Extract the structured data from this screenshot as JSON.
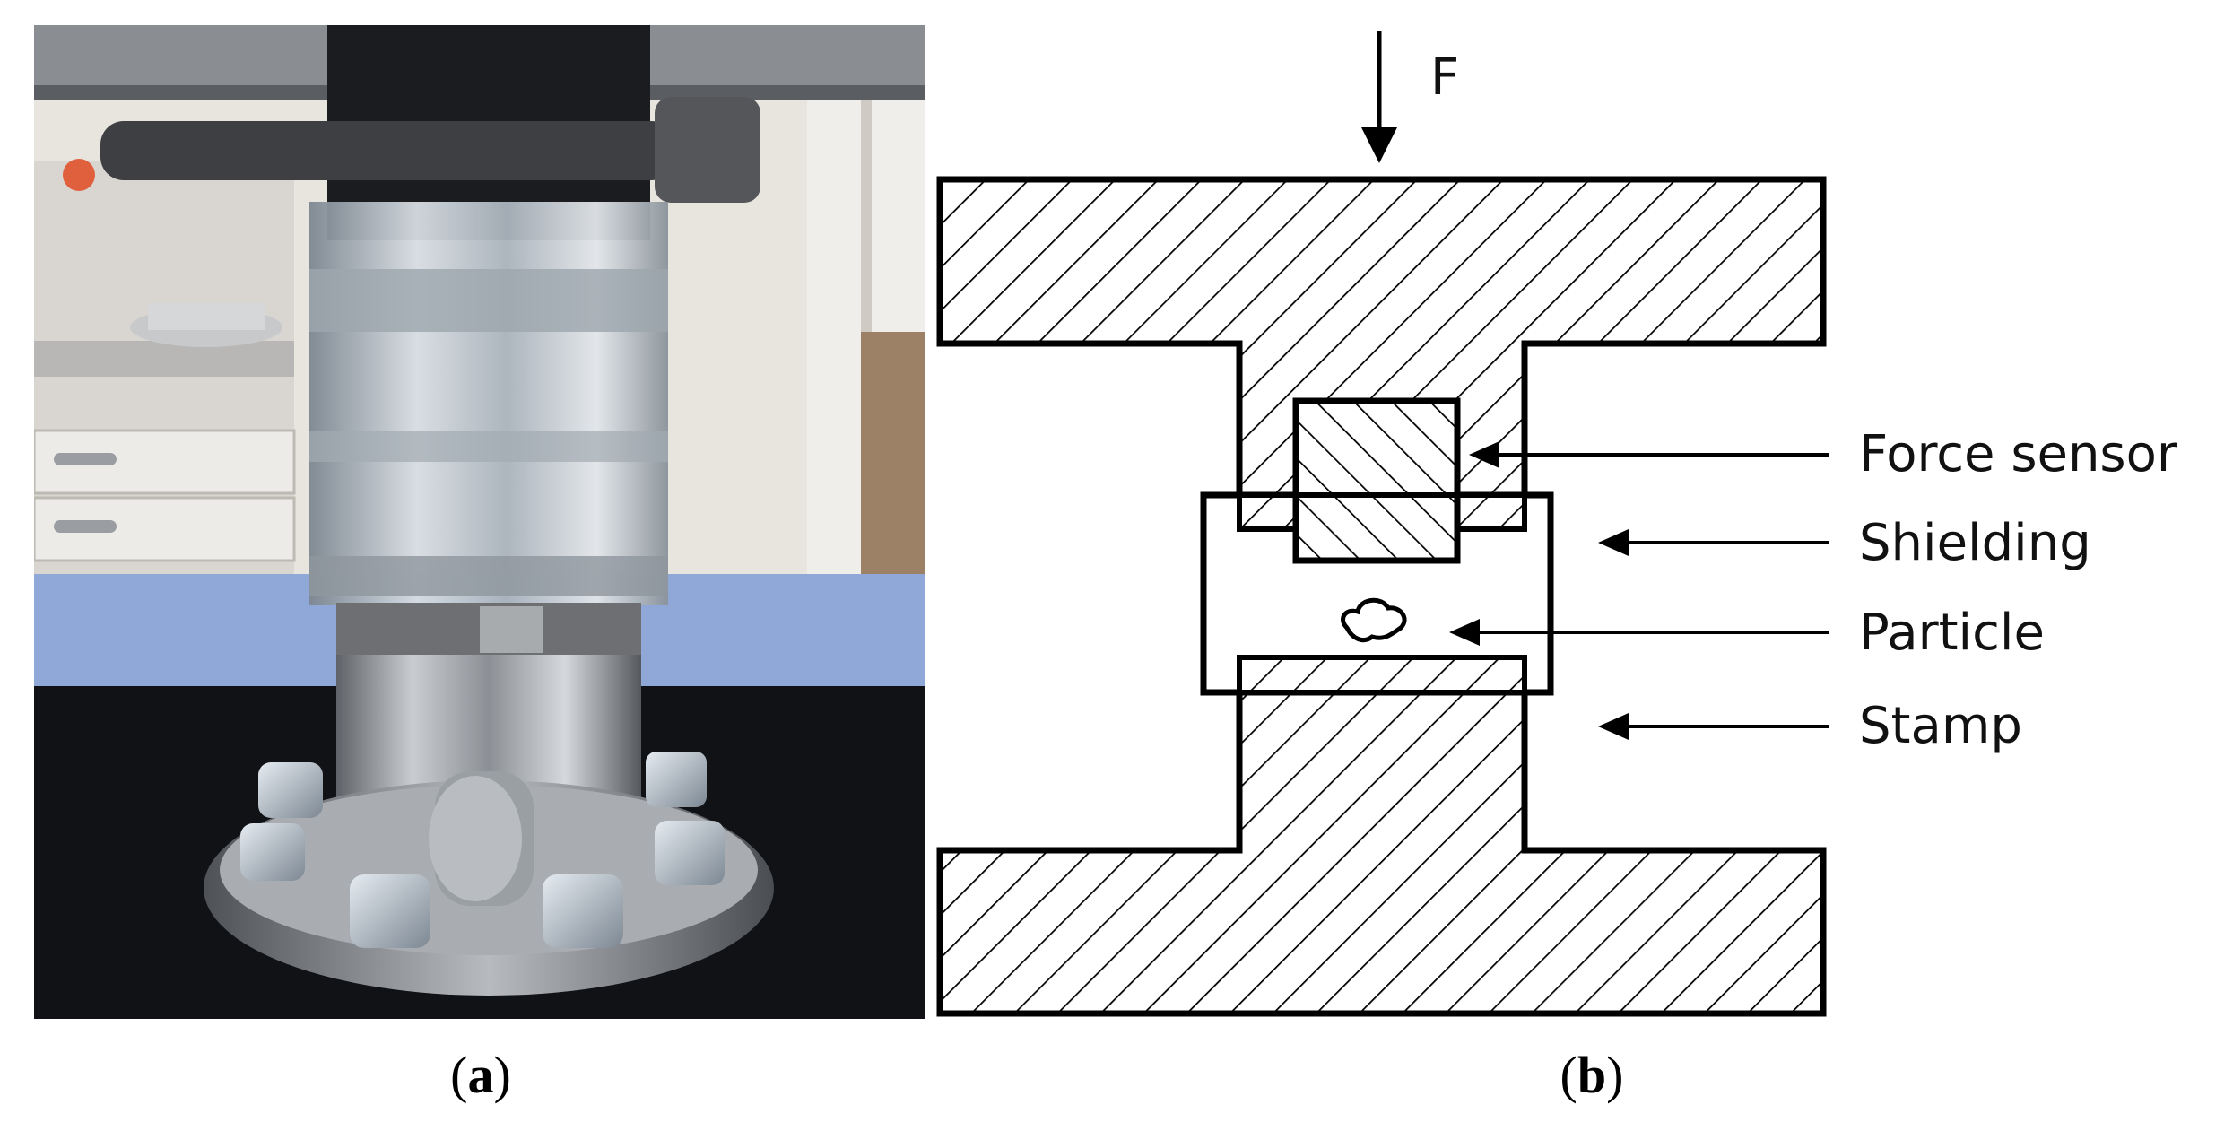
{
  "panels": {
    "a": {
      "caption_letter": "a"
    },
    "b": {
      "caption_letter": "b"
    }
  },
  "diagram": {
    "force_label": "F",
    "labels": {
      "force_sensor": "Force sensor",
      "shielding": "Shielding",
      "particle": "Particle",
      "stamp": "Stamp"
    }
  },
  "colors": {
    "ink": "#000000",
    "hatch": "#000000",
    "desk_blue": "#8fa8d8",
    "table_top": "#111216",
    "steel": "#9ea2a6",
    "wall": "#e9e6e1"
  }
}
